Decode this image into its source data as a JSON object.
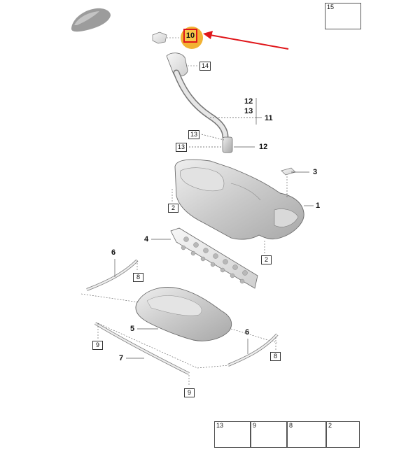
{
  "callouts": {
    "c1": "1",
    "c2a": "2",
    "c2b": "2",
    "c3": "3",
    "c4": "4",
    "c5": "5",
    "c6a": "6",
    "c6b": "6",
    "c7": "7",
    "c8a": "8",
    "c8b": "8",
    "c9a": "9",
    "c9b": "9",
    "c10": "10",
    "c11": "11",
    "c12a": "12",
    "c12b": "12",
    "c13a": "13",
    "c13b": "13",
    "c13c": "13",
    "c14": "14"
  },
  "legend": {
    "top_right": "15",
    "bottom": [
      "13",
      "9",
      "8",
      "2"
    ]
  },
  "colors": {
    "highlight": "#f2b233",
    "arrow": "#e0161a"
  }
}
